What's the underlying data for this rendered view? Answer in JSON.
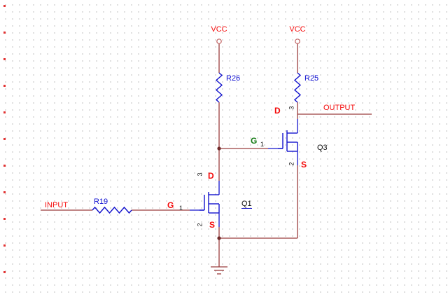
{
  "colors": {
    "wire": "#9a3d3d",
    "symbol_blue": "#1414cc",
    "junction": "#702a2a",
    "vcc_ring": "#c06060",
    "label_red": "#f40b0b",
    "label_blue": "#0f0fd0",
    "label_green": "#157a15"
  },
  "power": {
    "vcc_left": "VCC",
    "vcc_right": "VCC"
  },
  "ports": {
    "input": "INPUT",
    "output": "OUTPUT"
  },
  "resistors": {
    "r26": "R26",
    "r25": "R25",
    "r19": "R19"
  },
  "transistors": {
    "q1": {
      "ref": "Q1",
      "gate_name": "G",
      "gate_pin": "1",
      "drain_name": "D",
      "drain_pin": "3",
      "source_name": "S",
      "source_pin": "2"
    },
    "q3": {
      "ref": "Q3",
      "gate_name": "G",
      "gate_pin": "1",
      "drain_name": "D",
      "drain_pin": "3",
      "source_name": "S",
      "source_pin": "2"
    }
  }
}
